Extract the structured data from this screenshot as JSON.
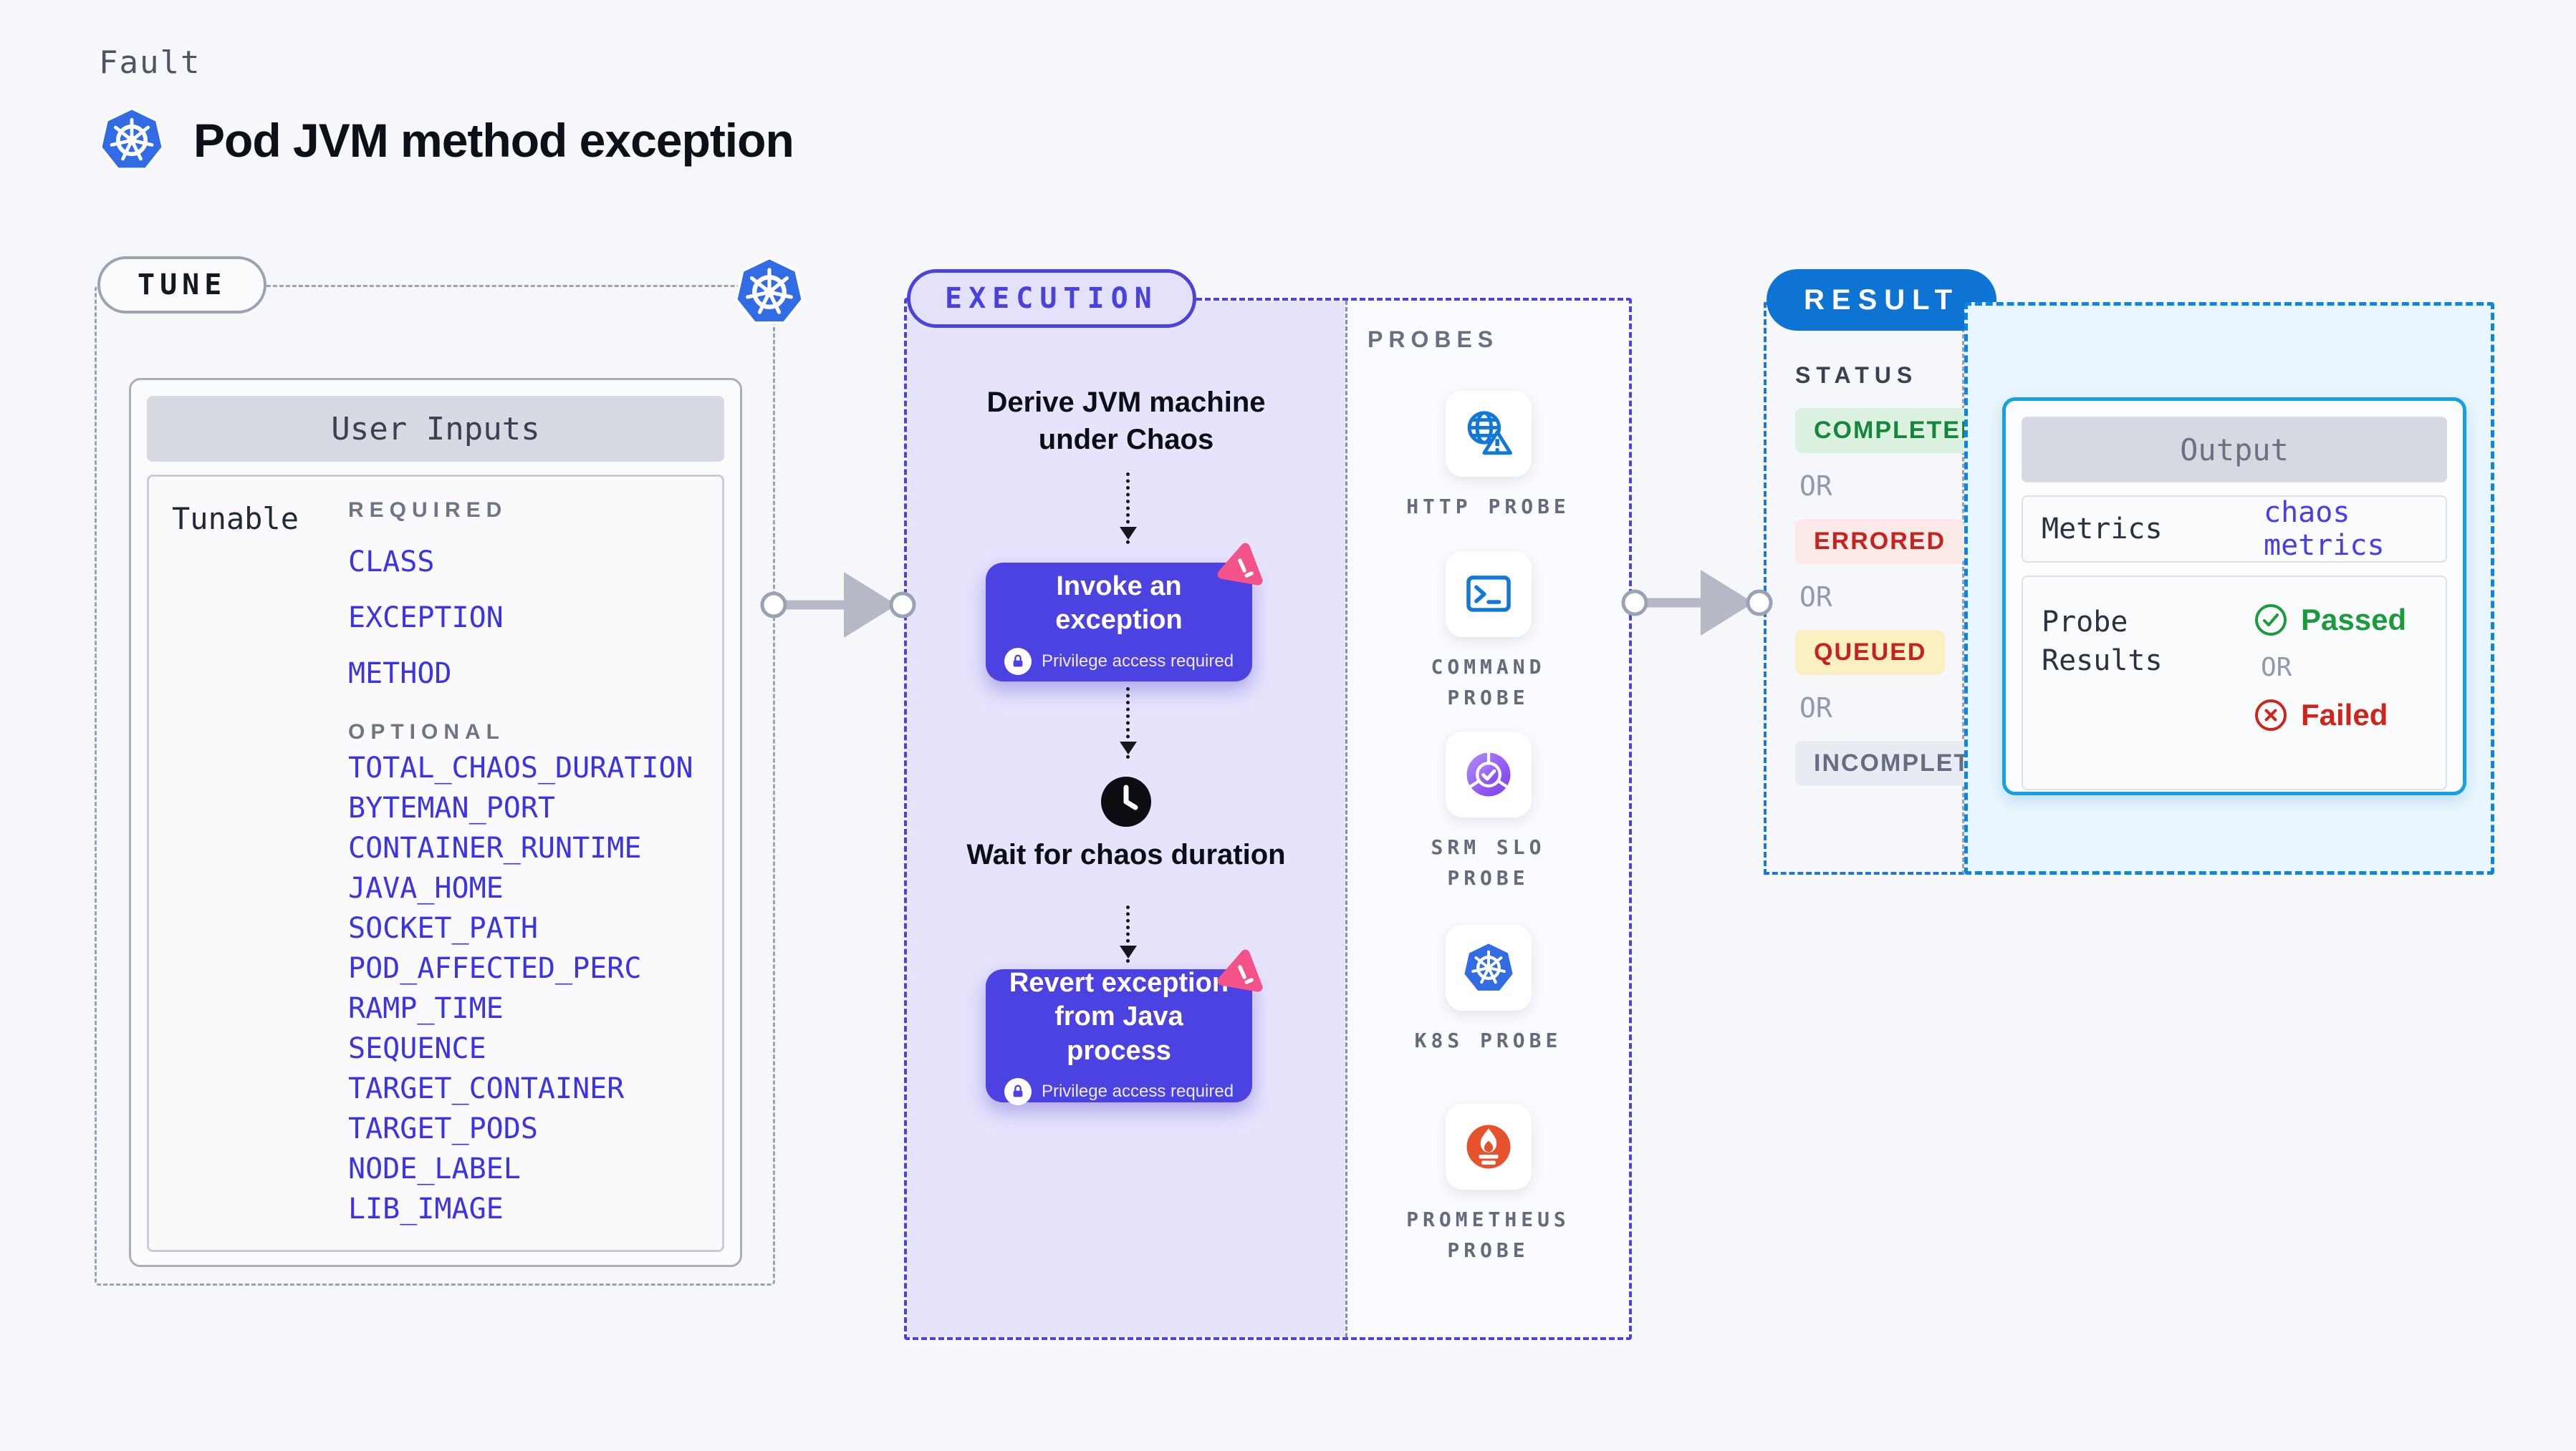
{
  "page": {
    "kicker": "Fault",
    "title": "Pod JVM method exception"
  },
  "tune": {
    "badge": "TUNE",
    "panel_title": "User Inputs",
    "row_label": "Tunable",
    "required_label": "REQUIRED",
    "optional_label": "OPTIONAL",
    "required": [
      "CLASS",
      "EXCEPTION",
      "METHOD"
    ],
    "optional": [
      "TOTAL_CHAOS_DURATION",
      "BYTEMAN_PORT",
      "CONTAINER_RUNTIME",
      "JAVA_HOME",
      "SOCKET_PATH",
      "POD_AFFECTED_PERC",
      "RAMP_TIME",
      "SEQUENCE",
      "TARGET_CONTAINER",
      "TARGET_PODS",
      "NODE_LABEL",
      "LIB_IMAGE"
    ]
  },
  "execution": {
    "badge": "EXECUTION",
    "derive_text": "Derive JVM machine under Chaos",
    "invoke_label": "Invoke an exception",
    "wait_text": "Wait for chaos duration",
    "revert_label": "Revert exception from Java process",
    "privilege_note": "Privilege access required"
  },
  "probes": {
    "label": "PROBES",
    "items": [
      {
        "name": "http-probe",
        "label": "HTTP PROBE"
      },
      {
        "name": "command-probe",
        "label": "COMMAND PROBE"
      },
      {
        "name": "srm-slo-probe",
        "label": "SRM SLO PROBE"
      },
      {
        "name": "k8s-probe",
        "label": "K8S PROBE"
      },
      {
        "name": "prometheus-probe",
        "label": "PROMETHEUS PROBE"
      }
    ]
  },
  "result": {
    "badge": "RESULT",
    "status_label": "STATUS",
    "or_label": "OR",
    "statuses": [
      {
        "label": "COMPLETED",
        "kind": "success"
      },
      {
        "label": "ERRORED",
        "kind": "error"
      },
      {
        "label": "QUEUED",
        "kind": "queued"
      },
      {
        "label": "INCOMPLETED",
        "kind": "neutral"
      }
    ],
    "output": {
      "title": "Output",
      "metrics_label": "Metrics",
      "metrics_value": "chaos metrics",
      "probe_results_label": "Probe Results",
      "passed_label": "Passed",
      "or_label": "OR",
      "failed_label": "Failed"
    }
  },
  "colors": {
    "accent_indigo": "#4b43da",
    "node_button": "#4c42e2",
    "input_link": "#3b33e8",
    "result_blue": "#0e74d4",
    "output_border": "#15a2df",
    "k8s_blue": "#326ce5",
    "prometheus_orange": "#e6522c",
    "chaos_pink": "#f4538a",
    "success_green": "#1b9c3c",
    "fail_red": "#cf241a"
  }
}
